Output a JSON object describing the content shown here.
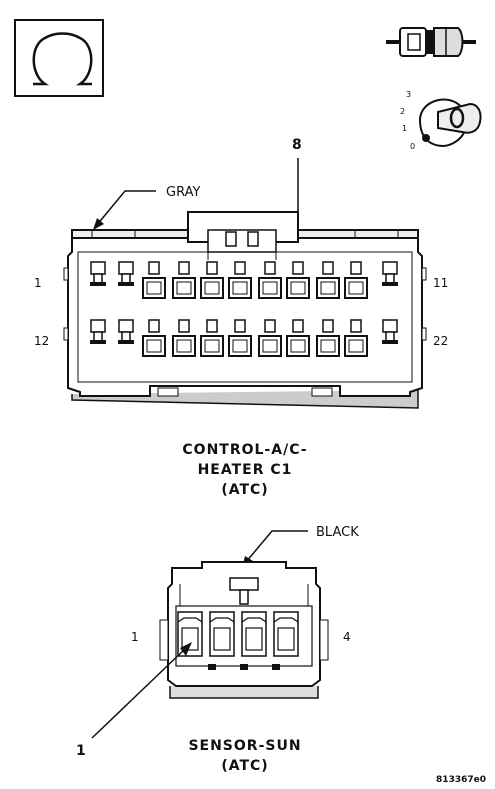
{
  "connector_c1": {
    "color_label": "GRAY",
    "callout_number": "8",
    "pin_top_left": "1",
    "pin_top_right": "11",
    "pin_bottom_left": "12",
    "pin_bottom_right": "22",
    "title_line1": "CONTROL-A/C-",
    "title_line2": "HEATER C1",
    "title_line3": "(ATC)"
  },
  "key_switch": {
    "pos3": "3",
    "pos2": "2",
    "pos1": "1",
    "pos0": "0"
  },
  "connector_sun": {
    "color_label": "BLACK",
    "pin_left": "1",
    "pin_right": "4",
    "callout_number": "1",
    "title_line1": "SENSOR-SUN",
    "title_line2": "(ATC)"
  },
  "figure_id": "813367e0"
}
